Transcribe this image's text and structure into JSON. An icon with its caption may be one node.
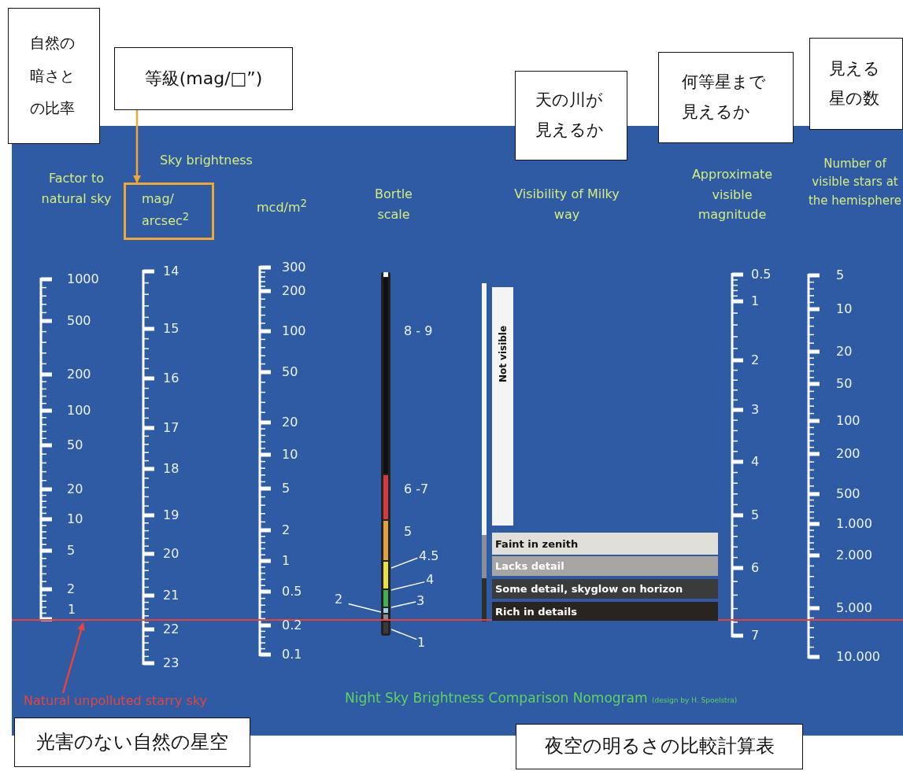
{
  "diagram": {
    "nodes": [
      {
        "text": [
          "自然の暗さとの比率"
        ]
      },
      {
        "text": [
          "等級(mag/□”)"
        ]
      },
      {
        "text": [
          "天の川が見えるか"
        ]
      },
      {
        "text": [
          "何等星まで見えるか"
        ]
      },
      {
        "text": [
          "見える星の数"
        ]
      },
      {
        "text": [
          "光害のない自然の星空"
        ]
      },
      {
        "text": [
          "夜空の明るさの比較計算表"
        ]
      },
      {
        "text": [
          "mag/ arcsec$^{2}$"
        ]
      },
      {
        "text": [
          "Natural unpolluted starry sky"
        ]
      },
      {
        "text": [
          "Not visible"
        ]
      },
      {
        "text": [
          "Faint in zenith"
        ]
      },
      {
        "text": [
          "Lacks detail"
        ]
      },
      {
        "text": [
          "Some detail, skyglow on horizon"
        ]
      },
      {
        "text": [
          "Rich in details"
        ]
      },
      {
        "text": [
          "4.5"
        ]
      },
      {
        "text": [
          "4"
        ]
      },
      {
        "text": [
          "3"
        ]
      },
      {
        "text": [
          "2"
        ]
      },
      {
        "text": [
          "1"
        ]
      },
      {
        "text": [
          "1"
        ]
      }
    ],
    "edges": [
      {
        "from": 1,
        "to": 7,
        "arrow": "to",
        "color": "#f0a830"
      },
      {
        "from": 8,
        "to": 19,
        "arrow": "to",
        "color": "#e8443c"
      },
      {
        "from": 14,
        "to": null,
        "arrow": "none"
      },
      {
        "from": 15,
        "to": null,
        "arrow": "none"
      },
      {
        "from": 16,
        "to": null,
        "arrow": "none"
      },
      {
        "from": 17,
        "to": null,
        "arrow": "none"
      },
      {
        "from": 18,
        "to": null,
        "arrow": "none"
      }
    ],
    "labels": [
      "Factor to natural sky",
      "Sky brightness",
      "mcd/m$^{2}$",
      "Bortle scale",
      "Visibility of Milky way",
      "Approximate visible magnitude",
      "Number of visible stars at the hemisphere",
      "1000",
      "500",
      "200",
      "100",
      "50",
      "20",
      "10",
      "5",
      "2",
      "14",
      "15",
      "16",
      "17",
      "18",
      "19",
      "20",
      "21",
      "22",
      "23",
      "300",
      "200",
      "100",
      "50",
      "20",
      "10",
      "5",
      "2",
      "1",
      "0.5",
      "0.2",
      "0.1",
      "8 - 9",
      "6 -7",
      "5",
      "0.5",
      "1",
      "2",
      "3",
      "4",
      "5",
      "6",
      "7",
      "5",
      "10",
      "20",
      "50",
      "100",
      "200",
      "500",
      "1.000",
      "2.000",
      "5.000",
      "10.000",
      "Night Sky Brightness Comparison Nomogram",
      "(design by H. Spoelstra)"
    ]
  }
}
